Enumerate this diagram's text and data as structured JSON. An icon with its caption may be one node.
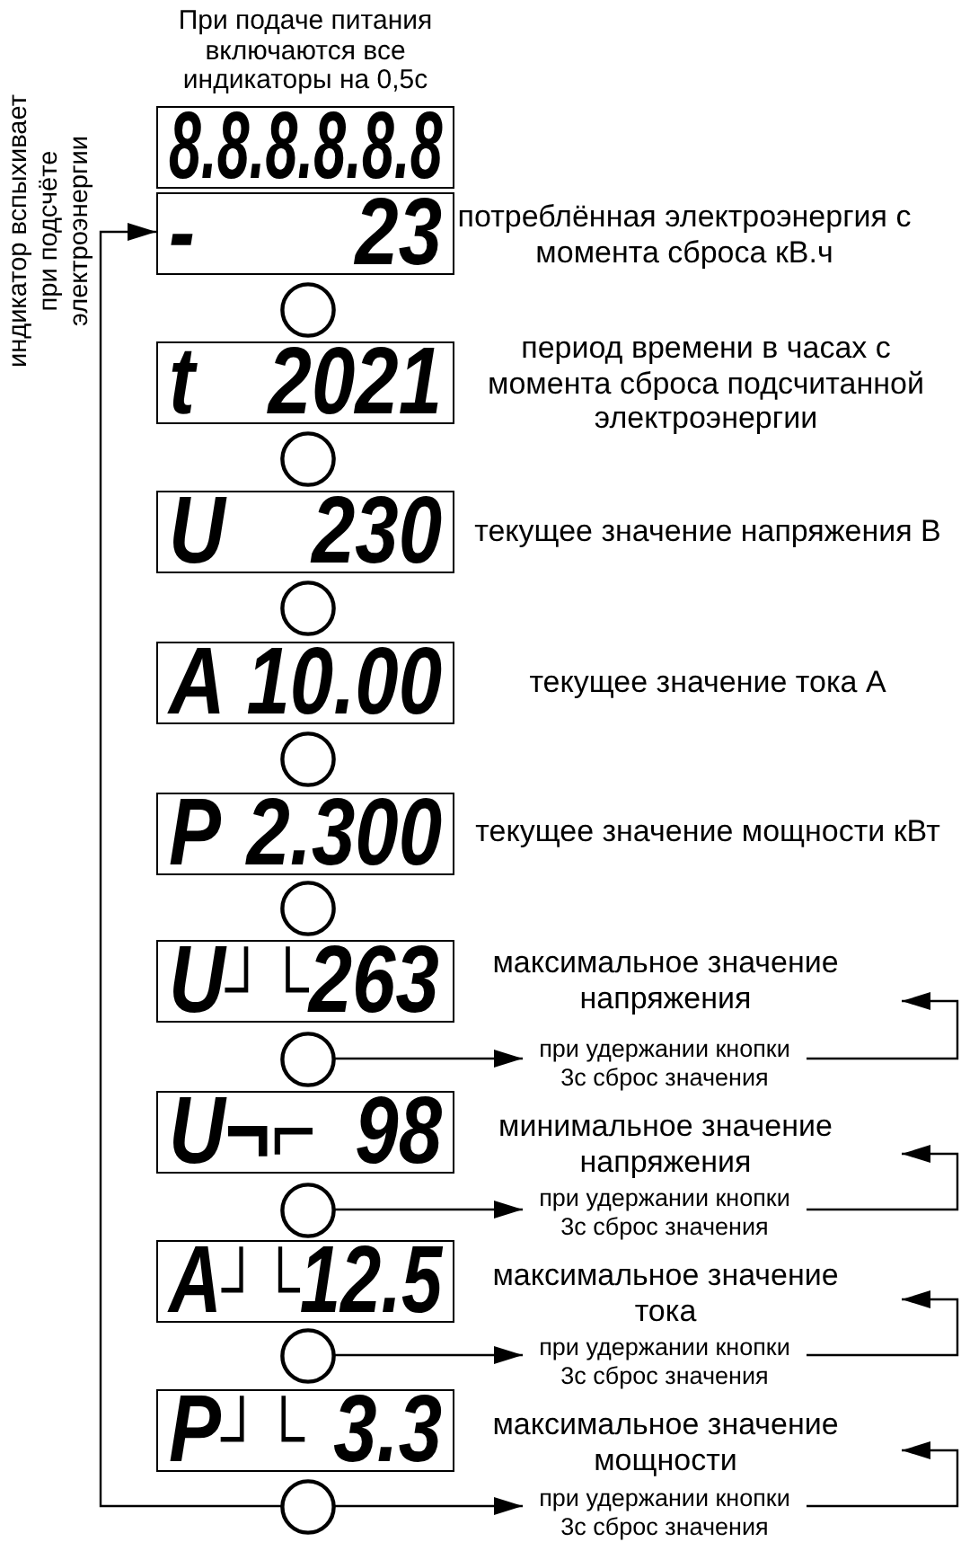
{
  "diagram": {
    "nodes": [
      {
        "text": [
          "8.8.8.8.8.8"
        ],
        "beside": [
          "При подаче питания включаются все индикаторы на 0,5с"
        ]
      },
      {
        "text": [
          "-   23"
        ],
        "beside": [
          "потреблённая электроэнергия с момента сброса кВ.ч"
        ]
      },
      {
        "text": [],
        "shape": "circle"
      },
      {
        "text": [
          "t 2021"
        ],
        "beside": [
          "период времени в часах с момента сброса подсчитанной электроэнергии"
        ]
      },
      {
        "text": [],
        "shape": "circle"
      },
      {
        "text": [
          "U  230"
        ],
        "beside": [
          "текущее значение напряжения В"
        ]
      },
      {
        "text": [],
        "shape": "circle"
      },
      {
        "text": [
          "A 10.00"
        ],
        "beside": [
          "текущее значение тока А"
        ]
      },
      {
        "text": [],
        "shape": "circle"
      },
      {
        "text": [
          "P 2.300"
        ],
        "beside": [
          "текущее значение мощности кВт"
        ]
      },
      {
        "text": [],
        "shape": "circle"
      },
      {
        "text": [
          "U┘└263"
        ]
      },
      {
        "text": [
          "максимальное значение напряжения"
        ]
      },
      {
        "text": [],
        "shape": "circle"
      },
      {
        "text": [
          "при удержании кнопки 3с сброс значения"
        ]
      },
      {
        "text": [
          "U¬⌐ 98"
        ]
      },
      {
        "text": [
          "минимальное значение напряжения"
        ]
      },
      {
        "text": [],
        "shape": "circle"
      },
      {
        "text": [
          "при удержании кнопки 3с сброс значения"
        ]
      },
      {
        "text": [
          "A┘└12.5"
        ]
      },
      {
        "text": [
          "максимальное значение тока"
        ]
      },
      {
        "text": [],
        "shape": "circle"
      },
      {
        "text": [
          "при удержании кнопки 3с сброс значения"
        ]
      },
      {
        "text": [
          "P┘└ 3.3"
        ]
      },
      {
        "text": [
          "максимальное значение мощности"
        ]
      },
      {
        "text": [],
        "shape": "circle"
      },
      {
        "text": [
          "при удержании кнопки 3с сброс значения"
        ]
      }
    ],
    "edges": [
      {
        "from": 13,
        "to": 14,
        "arrow": "to"
      },
      {
        "from": 14,
        "to": 12,
        "arrow": "to"
      },
      {
        "from": 17,
        "to": 18,
        "arrow": "to"
      },
      {
        "from": 18,
        "to": 16,
        "arrow": "to"
      },
      {
        "from": 21,
        "to": 22,
        "arrow": "to"
      },
      {
        "from": 22,
        "to": 20,
        "arrow": "to"
      },
      {
        "from": 25,
        "to": 26,
        "arrow": "to"
      },
      {
        "from": 26,
        "to": 24,
        "arrow": "to"
      },
      {
        "from": 25,
        "to": 1,
        "arrow": "to"
      }
    ],
    "labels": [
      "индикатор вспыхивает при подсчёте электроэнергии"
    ]
  }
}
